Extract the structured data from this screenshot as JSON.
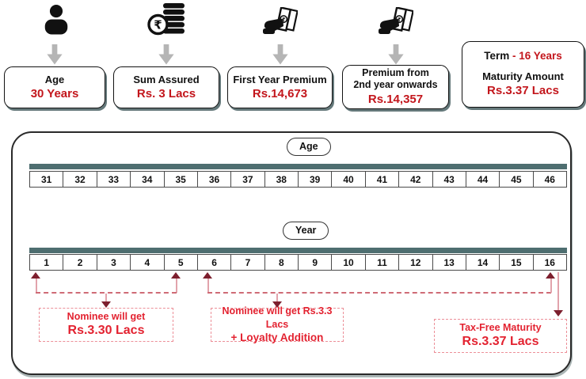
{
  "cards": [
    {
      "icon": "person-icon",
      "line1": "Age",
      "value": "30 Years"
    },
    {
      "icon": "rupee-coins-icon",
      "line1": "Sum Assured",
      "value": "Rs. 3 Lacs"
    },
    {
      "icon": "money-hand-icon",
      "line1": "First Year Premium",
      "value": "Rs.14,673"
    },
    {
      "icon": "money-hand-icon",
      "line1": "Premium from",
      "line2": "2nd year onwards",
      "value": "Rs.14,357"
    }
  ],
  "term_card": {
    "term_label": "Term",
    "term_value": "- 16 Years",
    "maturity_label": "Maturity Amount",
    "maturity_value": "Rs.3.37 Lacs"
  },
  "timeline": {
    "age_label": "Age",
    "year_label": "Year",
    "ages": [
      "31",
      "32",
      "33",
      "34",
      "35",
      "36",
      "37",
      "38",
      "39",
      "40",
      "41",
      "42",
      "43",
      "44",
      "45",
      "46"
    ],
    "years": [
      "1",
      "2",
      "3",
      "4",
      "5",
      "6",
      "7",
      "8",
      "9",
      "10",
      "11",
      "12",
      "13",
      "14",
      "15",
      "16"
    ]
  },
  "annotations": {
    "nominee1": {
      "line1": "Nominee will get",
      "line2": "Rs.3.30 Lacs"
    },
    "nominee2": {
      "line1": "Nominee will get Rs.3.3 Lacs",
      "line2": "+ Loyalty Addition"
    },
    "maturity": {
      "line1": "Tax-Free Maturity",
      "line2": "Rs.3.37 Lacs"
    }
  },
  "colors": {
    "value_red": "#c3161c",
    "annotation_red": "#e32230",
    "timeline_teal": "#4e6e70",
    "arrow_maroon": "#7d1f2e",
    "arrow_pink": "#e2a3ac",
    "gray_arrow": "#b5b5b5"
  }
}
